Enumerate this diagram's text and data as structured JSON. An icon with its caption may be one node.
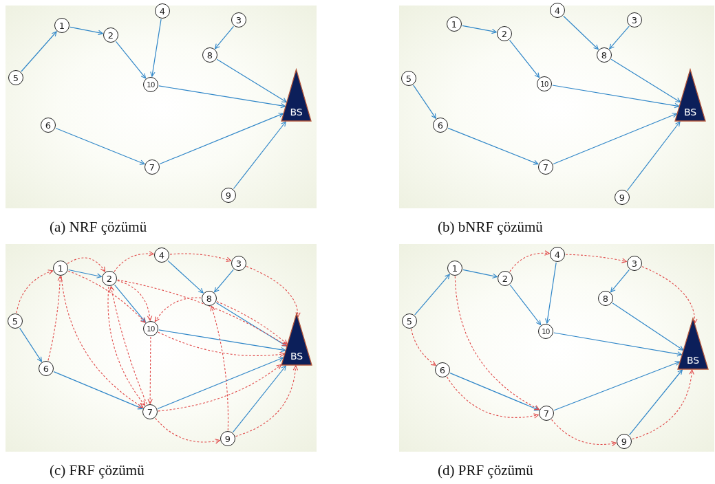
{
  "diagram": {
    "nodes": [
      {
        "text": [
          "(a) NRF çözümü"
        ]
      },
      {
        "text": [
          "1"
        ],
        "in": 0
      },
      {
        "text": [
          "2"
        ],
        "in": 0
      },
      {
        "text": [
          "3"
        ],
        "in": 0
      },
      {
        "text": [
          "4"
        ],
        "in": 0
      },
      {
        "text": [
          "5"
        ],
        "in": 0
      },
      {
        "text": [
          "6"
        ],
        "in": 0
      },
      {
        "text": [
          "7"
        ],
        "in": 0
      },
      {
        "text": [
          "8"
        ],
        "in": 0
      },
      {
        "text": [
          "9"
        ],
        "in": 0
      },
      {
        "text": [
          "10"
        ],
        "in": 0
      },
      {
        "text": [
          "BS"
        ],
        "in": 0
      },
      {
        "text": [
          "(b) bNRF çözümü"
        ]
      },
      {
        "text": [
          "1"
        ],
        "in": 12
      },
      {
        "text": [
          "2"
        ],
        "in": 12
      },
      {
        "text": [
          "3"
        ],
        "in": 12
      },
      {
        "text": [
          "4"
        ],
        "in": 12
      },
      {
        "text": [
          "5"
        ],
        "in": 12
      },
      {
        "text": [
          "6"
        ],
        "in": 12
      },
      {
        "text": [
          "7"
        ],
        "in": 12
      },
      {
        "text": [
          "8"
        ],
        "in": 12
      },
      {
        "text": [
          "9"
        ],
        "in": 12
      },
      {
        "text": [
          "10"
        ],
        "in": 12
      },
      {
        "text": [
          "BS"
        ],
        "in": 12
      },
      {
        "text": [
          "(c) FRF çözümü"
        ]
      },
      {
        "text": [
          "1"
        ],
        "in": 24
      },
      {
        "text": [
          "2"
        ],
        "in": 24
      },
      {
        "text": [
          "3"
        ],
        "in": 24
      },
      {
        "text": [
          "4"
        ],
        "in": 24
      },
      {
        "text": [
          "5"
        ],
        "in": 24
      },
      {
        "text": [
          "6"
        ],
        "in": 24
      },
      {
        "text": [
          "7"
        ],
        "in": 24
      },
      {
        "text": [
          "8"
        ],
        "in": 24
      },
      {
        "text": [
          "9"
        ],
        "in": 24
      },
      {
        "text": [
          "10"
        ],
        "in": 24
      },
      {
        "text": [
          "BS"
        ],
        "in": 24
      },
      {
        "text": [
          "(d) PRF çözümü"
        ]
      },
      {
        "text": [
          "1"
        ],
        "in": 36
      },
      {
        "text": [
          "2"
        ],
        "in": 36
      },
      {
        "text": [
          "3"
        ],
        "in": 36
      },
      {
        "text": [
          "4"
        ],
        "in": 36
      },
      {
        "text": [
          "5"
        ],
        "in": 36
      },
      {
        "text": [
          "6"
        ],
        "in": 36
      },
      {
        "text": [
          "7"
        ],
        "in": 36
      },
      {
        "text": [
          "8"
        ],
        "in": 36
      },
      {
        "text": [
          "9"
        ],
        "in": 36
      },
      {
        "text": [
          "10"
        ],
        "in": 36
      },
      {
        "text": [
          "BS"
        ],
        "in": 36
      }
    ],
    "edges": [
      {
        "from": 5,
        "to": 1,
        "arrow": "to"
      },
      {
        "from": 1,
        "to": 2,
        "arrow": "to"
      },
      {
        "from": 2,
        "to": 10,
        "arrow": "to"
      },
      {
        "from": 4,
        "to": 10,
        "arrow": "to"
      },
      {
        "from": 3,
        "to": 8,
        "arrow": "to"
      },
      {
        "from": 8,
        "to": 11,
        "arrow": "to"
      },
      {
        "from": 10,
        "to": 11,
        "arrow": "to"
      },
      {
        "from": 6,
        "to": 7,
        "arrow": "to"
      },
      {
        "from": 7,
        "to": 11,
        "arrow": "to"
      },
      {
        "from": 9,
        "to": 11,
        "arrow": "to"
      },
      {
        "from": 13,
        "to": 14,
        "arrow": "to"
      },
      {
        "from": 14,
        "to": 22,
        "arrow": "to"
      },
      {
        "from": 16,
        "to": 20,
        "arrow": "to"
      },
      {
        "from": 15,
        "to": 20,
        "arrow": "to"
      },
      {
        "from": 20,
        "to": 23,
        "arrow": "to"
      },
      {
        "from": 22,
        "to": 23,
        "arrow": "to"
      },
      {
        "from": 17,
        "to": 18,
        "arrow": "to"
      },
      {
        "from": 18,
        "to": 19,
        "arrow": "to"
      },
      {
        "from": 19,
        "to": 23,
        "arrow": "to"
      },
      {
        "from": 21,
        "to": 23,
        "arrow": "to"
      },
      {
        "from": 25,
        "to": 26,
        "arrow": "to"
      },
      {
        "from": 26,
        "to": 34,
        "arrow": "to"
      },
      {
        "from": 28,
        "to": 32,
        "arrow": "to"
      },
      {
        "from": 27,
        "to": 32,
        "arrow": "to"
      },
      {
        "from": 32,
        "to": 35,
        "arrow": "to"
      },
      {
        "from": 34,
        "to": 35,
        "arrow": "to"
      },
      {
        "from": 29,
        "to": 30,
        "arrow": "to"
      },
      {
        "from": 30,
        "to": 31,
        "arrow": "to"
      },
      {
        "from": 31,
        "to": 35,
        "arrow": "to"
      },
      {
        "from": 33,
        "to": 35,
        "arrow": "to"
      },
      {
        "from": 29,
        "to": 25,
        "arrow": "to",
        "style": "dashed",
        "color": "#e04848"
      },
      {
        "from": 30,
        "to": 25,
        "arrow": "to",
        "style": "dashed",
        "color": "#e04848"
      },
      {
        "from": 25,
        "to": 26,
        "arrow": "to",
        "style": "dashed",
        "color": "#e04848"
      },
      {
        "from": 25,
        "to": 34,
        "arrow": "to",
        "style": "dashed",
        "color": "#e04848"
      },
      {
        "from": 25,
        "to": 31,
        "arrow": "to",
        "style": "dashed",
        "color": "#e04848"
      },
      {
        "from": 26,
        "to": 28,
        "arrow": "to",
        "style": "dashed",
        "color": "#e04848"
      },
      {
        "from": 26,
        "to": 34,
        "arrow": "to",
        "style": "dashed",
        "color": "#e04848"
      },
      {
        "from": 26,
        "to": 31,
        "arrow": "to",
        "style": "dashed",
        "color": "#e04848"
      },
      {
        "from": 31,
        "to": 26,
        "arrow": "to",
        "style": "dashed",
        "color": "#e04848"
      },
      {
        "from": 26,
        "to": 35,
        "arrow": "to",
        "style": "dashed",
        "color": "#e04848"
      },
      {
        "from": 28,
        "to": 27,
        "arrow": "to",
        "style": "dashed",
        "color": "#e04848"
      },
      {
        "from": 27,
        "to": 35,
        "arrow": "to",
        "style": "dashed",
        "color": "#e04848"
      },
      {
        "from": 32,
        "to": 34,
        "arrow": "to",
        "style": "dashed",
        "color": "#e04848"
      },
      {
        "from": 32,
        "to": 35,
        "arrow": "to",
        "style": "dashed",
        "color": "#e04848"
      },
      {
        "from": 34,
        "to": 31,
        "arrow": "to",
        "style": "dashed",
        "color": "#e04848"
      },
      {
        "from": 34,
        "to": 35,
        "arrow": "to",
        "style": "dashed",
        "color": "#e04848"
      },
      {
        "from": 31,
        "to": 35,
        "arrow": "to",
        "style": "dashed",
        "color": "#e04848"
      },
      {
        "from": 31,
        "to": 33,
        "arrow": "to",
        "style": "dashed",
        "color": "#e04848"
      },
      {
        "from": 33,
        "to": 32,
        "arrow": "to",
        "style": "dashed",
        "color": "#e04848"
      },
      {
        "from": 33,
        "to": 35,
        "arrow": "to",
        "style": "dashed",
        "color": "#e04848"
      },
      {
        "from": 41,
        "to": 37,
        "arrow": "to"
      },
      {
        "from": 37,
        "to": 38,
        "arrow": "to"
      },
      {
        "from": 38,
        "to": 46,
        "arrow": "to"
      },
      {
        "from": 40,
        "to": 46,
        "arrow": "to"
      },
      {
        "from": 39,
        "to": 44,
        "arrow": "to"
      },
      {
        "from": 44,
        "to": 47,
        "arrow": "to"
      },
      {
        "from": 46,
        "to": 47,
        "arrow": "to"
      },
      {
        "from": 42,
        "to": 43,
        "arrow": "to"
      },
      {
        "from": 43,
        "to": 47,
        "arrow": "to"
      },
      {
        "from": 45,
        "to": 47,
        "arrow": "to"
      },
      {
        "from": 38,
        "to": 40,
        "arrow": "to",
        "style": "dashed",
        "color": "#e04848"
      },
      {
        "from": 40,
        "to": 39,
        "arrow": "to",
        "style": "dashed",
        "color": "#e04848"
      },
      {
        "from": 39,
        "to": 47,
        "arrow": "to",
        "style": "dashed",
        "color": "#e04848"
      },
      {
        "from": 37,
        "to": 43,
        "arrow": "to",
        "style": "dashed",
        "color": "#e04848"
      },
      {
        "from": 41,
        "to": 42,
        "arrow": "to",
        "style": "dashed",
        "color": "#e04848"
      },
      {
        "from": 42,
        "to": 43,
        "arrow": "to",
        "style": "dashed",
        "color": "#e04848"
      },
      {
        "from": 43,
        "to": 45,
        "arrow": "to",
        "style": "dashed",
        "color": "#e04848"
      },
      {
        "from": 45,
        "to": 47,
        "arrow": "to",
        "style": "dashed",
        "color": "#e04848"
      }
    ]
  }
}
